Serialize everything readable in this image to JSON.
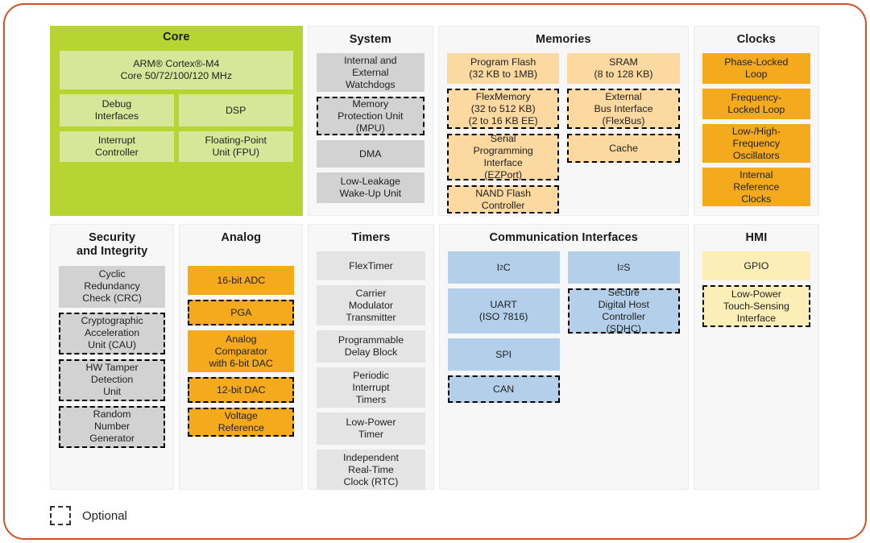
{
  "legend": {
    "optional_label": "Optional",
    "swatch_icon": "dashed-rectangle-icon"
  },
  "colors": {
    "frame": "#d2502a",
    "core_panel": "#b8d433",
    "core_block": "#d7e79a",
    "system_block": "#d2d2d2",
    "memories_block": "#fbd9a0",
    "clocks_block": "#f5aa1e",
    "security_block": "#d2d2d2",
    "analog_block": "#f5aa1e",
    "timers_block": "#e4e4e4",
    "comms_block": "#b3cfea",
    "hmi_block": "#fceeb6",
    "panel_bg": "#f7f7f7"
  },
  "panels": {
    "core": {
      "title": "Core",
      "hero": {
        "line1": "ARM® Cortex®-M4",
        "line2": "Core 50/72/100/120 MHz"
      },
      "row1": [
        {
          "label": "Debug\nInterfaces",
          "optional": false
        },
        {
          "label": "DSP",
          "optional": false
        }
      ],
      "row2": [
        {
          "label": "Interrupt\nController",
          "optional": false
        },
        {
          "label": "Floating-Point\nUnit (FPU)",
          "optional": false
        }
      ]
    },
    "system": {
      "title": "System",
      "blocks": [
        {
          "label": "Internal and\nExternal\nWatchdogs",
          "optional": false
        },
        {
          "label": "Memory\nProtection Unit\n(MPU)",
          "optional": true
        },
        {
          "label": "DMA",
          "optional": false
        },
        {
          "label": "Low-Leakage\nWake-Up Unit",
          "optional": false
        }
      ]
    },
    "memories": {
      "title": "Memories",
      "left_blocks": [
        {
          "label": "Program Flash\n(32 KB to 1MB)",
          "optional": false
        },
        {
          "label": "FlexMemory\n(32 to 512 KB)\n(2 to 16 KB EE)",
          "optional": true
        },
        {
          "label": "Serial\nProgramming\nInterface\n(EZPort)",
          "optional": true
        },
        {
          "label": "NAND Flash\nController",
          "optional": true
        }
      ],
      "right_blocks": [
        {
          "label": "SRAM\n(8 to 128 KB)",
          "optional": false
        },
        {
          "label": "External\nBus Interface\n(FlexBus)",
          "optional": true
        },
        {
          "label": "Cache",
          "optional": true
        }
      ]
    },
    "clocks": {
      "title": "Clocks",
      "blocks": [
        {
          "label": "Phase-Locked\nLoop",
          "optional": false
        },
        {
          "label": "Frequency-\nLocked Loop",
          "optional": false
        },
        {
          "label": "Low-/High-\nFrequency\nOscillators",
          "optional": false
        },
        {
          "label": "Internal\nReference\nClocks",
          "optional": false
        }
      ]
    },
    "security": {
      "title": "Security\nand Integrity",
      "blocks": [
        {
          "label": "Cyclic\nRedundancy\nCheck (CRC)",
          "optional": false
        },
        {
          "label": "Cryptographic\nAcceleration\nUnit (CAU)",
          "optional": true
        },
        {
          "label": "HW Tamper\nDetection\nUnit",
          "optional": true
        },
        {
          "label": "Random\nNumber\nGenerator",
          "optional": true
        }
      ]
    },
    "analog": {
      "title": "Analog",
      "blocks": [
        {
          "label": "16-bit ADC",
          "optional": false
        },
        {
          "label": "PGA",
          "optional": true
        },
        {
          "label": "Analog\nComparator\nwith 6-bit DAC",
          "optional": false
        },
        {
          "label": "12-bit DAC",
          "optional": true
        },
        {
          "label": "Voltage\nReference",
          "optional": true
        }
      ]
    },
    "timers": {
      "title": "Timers",
      "blocks": [
        {
          "label": "FlexTimer",
          "optional": false
        },
        {
          "label": "Carrier\nModulator\nTransmitter",
          "optional": false
        },
        {
          "label": "Programmable\nDelay Block",
          "optional": false
        },
        {
          "label": "Periodic\nInterrupt\nTimers",
          "optional": false
        },
        {
          "label": "Low-Power\nTimer",
          "optional": false
        },
        {
          "label": "Independent\nReal-Time\nClock (RTC)",
          "optional": false
        }
      ]
    },
    "communication": {
      "title": "Communication Interfaces",
      "left_blocks": [
        {
          "label": "I²C",
          "optional": false
        },
        {
          "label": "UART\n(ISO 7816)",
          "optional": false
        },
        {
          "label": "SPI",
          "optional": false
        },
        {
          "label": "CAN",
          "optional": true
        }
      ],
      "right_blocks": [
        {
          "label": "I²S",
          "optional": false
        },
        {
          "label": "Secure\nDigital Host\nController\n(SDHC)",
          "optional": true
        }
      ]
    },
    "hmi": {
      "title": "HMI",
      "blocks": [
        {
          "label": "GPIO",
          "optional": false
        },
        {
          "label": "Low-Power\nTouch-Sensing\nInterface",
          "optional": true
        }
      ]
    }
  }
}
